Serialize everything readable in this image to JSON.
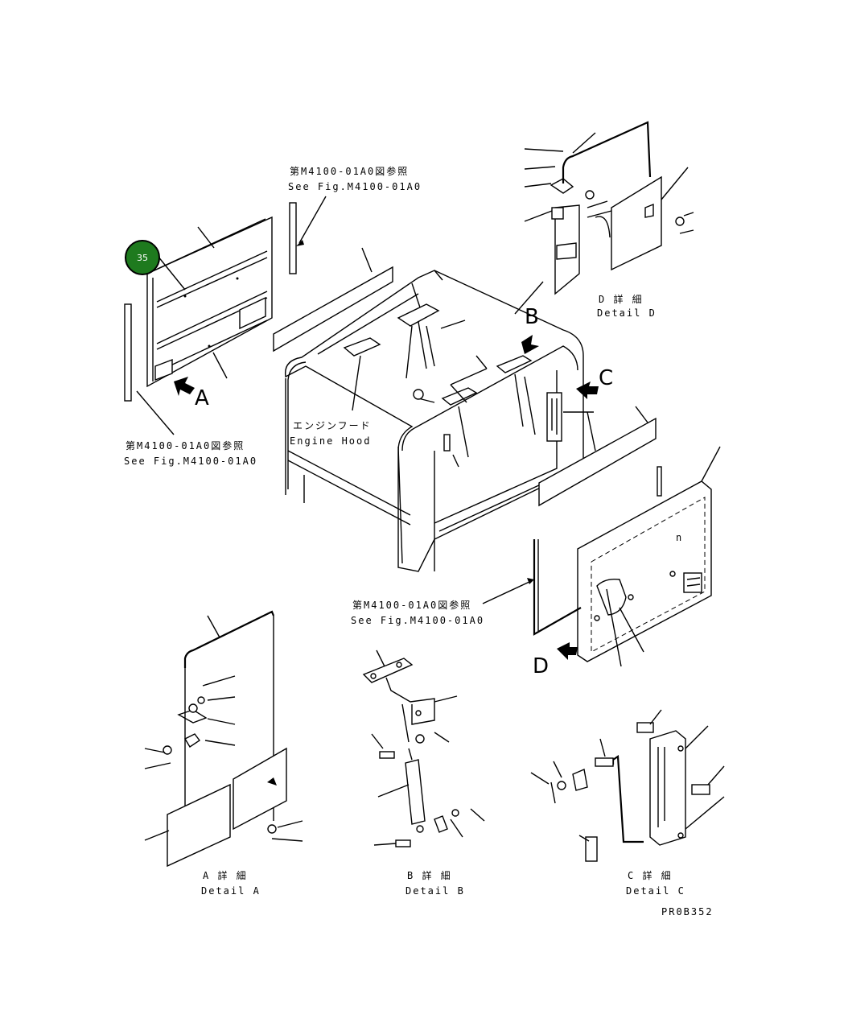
{
  "callout": {
    "number": "35",
    "color": "#1e7a1e",
    "ring": "#000000"
  },
  "labels": {
    "ref_top_jp": "第M4100-01A0図参照",
    "ref_top_en": "See Fig.M4100-01A0",
    "ref_left_jp": "第M4100-01A0図参照",
    "ref_left_en": "See Fig.M4100-01A0",
    "ref_mid_jp": "第M4100-01A0図参照",
    "ref_mid_en": "See Fig.M4100-01A0",
    "engine_hood_jp": "エンジンフード",
    "engine_hood_en": "Engine Hood",
    "detail_d_jp": "D 詳 細",
    "detail_d_en": "Detail D",
    "detail_a_jp": "A 詳 細",
    "detail_a_en": "Detail A",
    "detail_b_jp": "B 詳 細",
    "detail_b_en": "Detail B",
    "detail_c_jp": "C 詳 細",
    "detail_c_en": "Detail C",
    "drawing_code": "PR0B352"
  },
  "view_arrows": {
    "a": "A",
    "b": "B",
    "c": "C",
    "d": "D"
  }
}
